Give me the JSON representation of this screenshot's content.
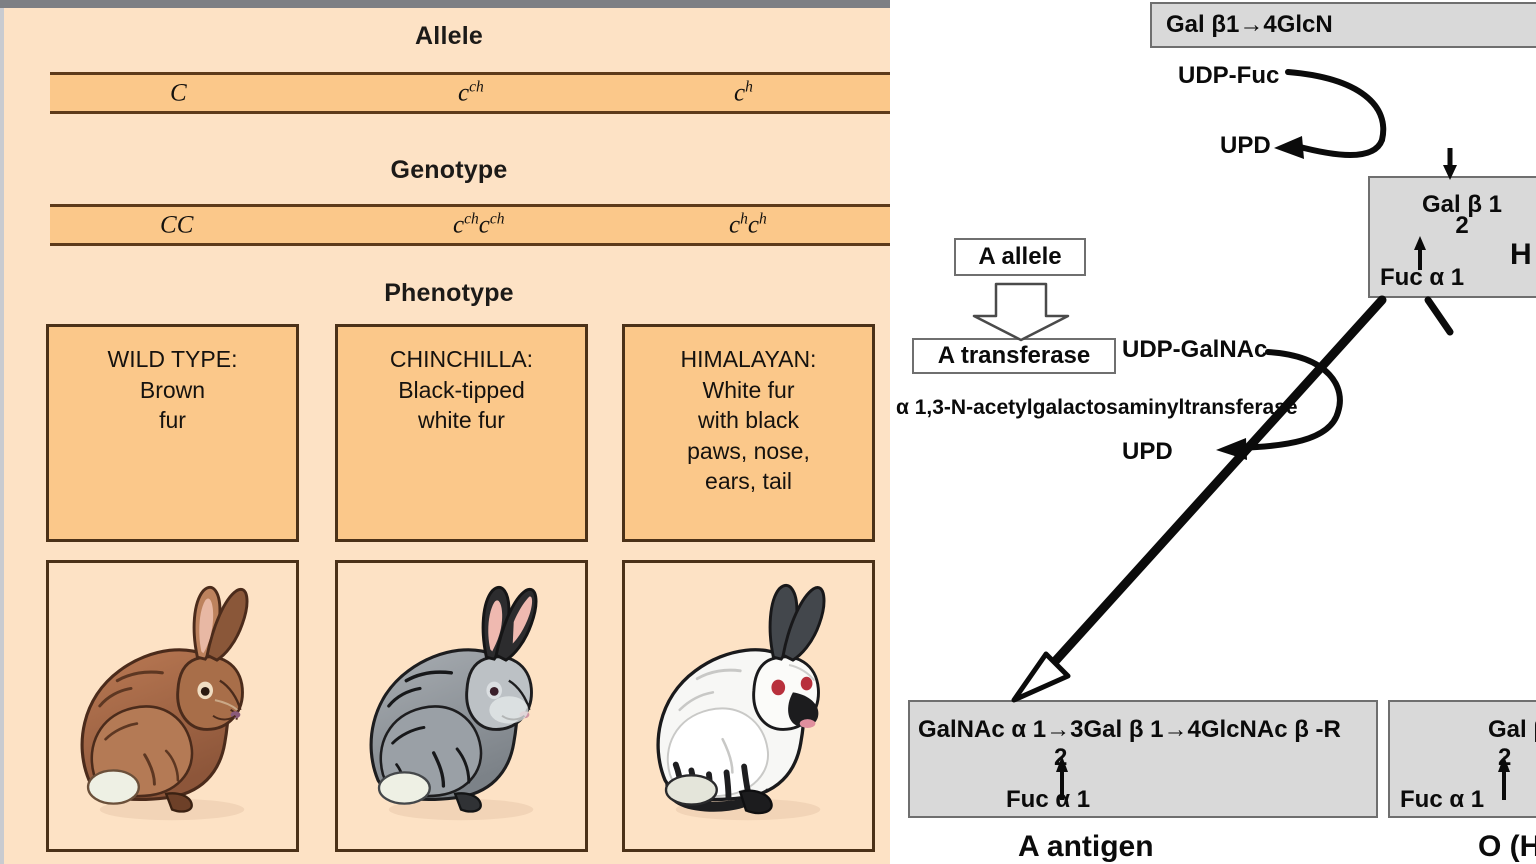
{
  "left_panel": {
    "sections": {
      "allele_title": "Allele",
      "genotype_title": "Genotype",
      "phenotype_title": "Phenotype"
    },
    "alleles": [
      {
        "symbol": "C",
        "sup": ""
      },
      {
        "symbol": "c",
        "sup": "ch"
      },
      {
        "symbol": "c",
        "sup": "h"
      }
    ],
    "genotypes": [
      {
        "part1": "C",
        "sup1": "",
        "part2": "C",
        "sup2": ""
      },
      {
        "part1": "c",
        "sup1": "ch",
        "part2": "c",
        "sup2": "ch"
      },
      {
        "part1": "c",
        "sup1": "h",
        "part2": "c",
        "sup2": "h"
      }
    ],
    "phenotypes": [
      {
        "name": "WILD TYPE:",
        "desc": "Brown\nfur",
        "rabbit": "brown-agouti-rabbit"
      },
      {
        "name": "CHINCHILLA:",
        "desc": "Black-tipped\nwhite fur",
        "rabbit": "gray-chinchilla-rabbit"
      },
      {
        "name": "HIMALAYAN:",
        "desc": "White fur\nwith black\npaws, nose,\nears, tail",
        "rabbit": "himalayan-rabbit"
      }
    ],
    "colors": {
      "background": "#fde2c5",
      "band": "#fbc88a",
      "band_border": "#5d3a1a",
      "box_border": "#4b3118",
      "top_strip": "#7d7f84"
    }
  },
  "right_panel": {
    "precursor_box": "Gal β1→4GlcN",
    "donor_top": "UDP-Fuc",
    "product_top": "UPD",
    "h_box": {
      "main": "Gal β 1",
      "branch_num": "2",
      "branch_sugar": "Fuc α 1",
      "label": "H"
    },
    "allele_box": "A allele",
    "transferase_box": "A transferase",
    "enzyme_full_name": "α 1,3-N-acetylgalactosaminyltransferase",
    "donor_mid": "UDP-GalNAc",
    "product_mid": "UPD",
    "a_antigen_box": {
      "main": "GalNAc α 1→3Gal β 1→4GlcNAc β -R",
      "branch_num": "2",
      "branch_sugar": "Fuc α 1"
    },
    "a_antigen_name": "A antigen",
    "o_antigen_box": {
      "main": "Gal β",
      "branch_num": "2",
      "branch_sugar": "Fuc α 1"
    },
    "o_antigen_name": "O (H)",
    "colors": {
      "background": "#ffffff",
      "box_fill": "#d9d9d9",
      "box_border": "#6f6f6f",
      "text": "#0b0b0b"
    }
  }
}
